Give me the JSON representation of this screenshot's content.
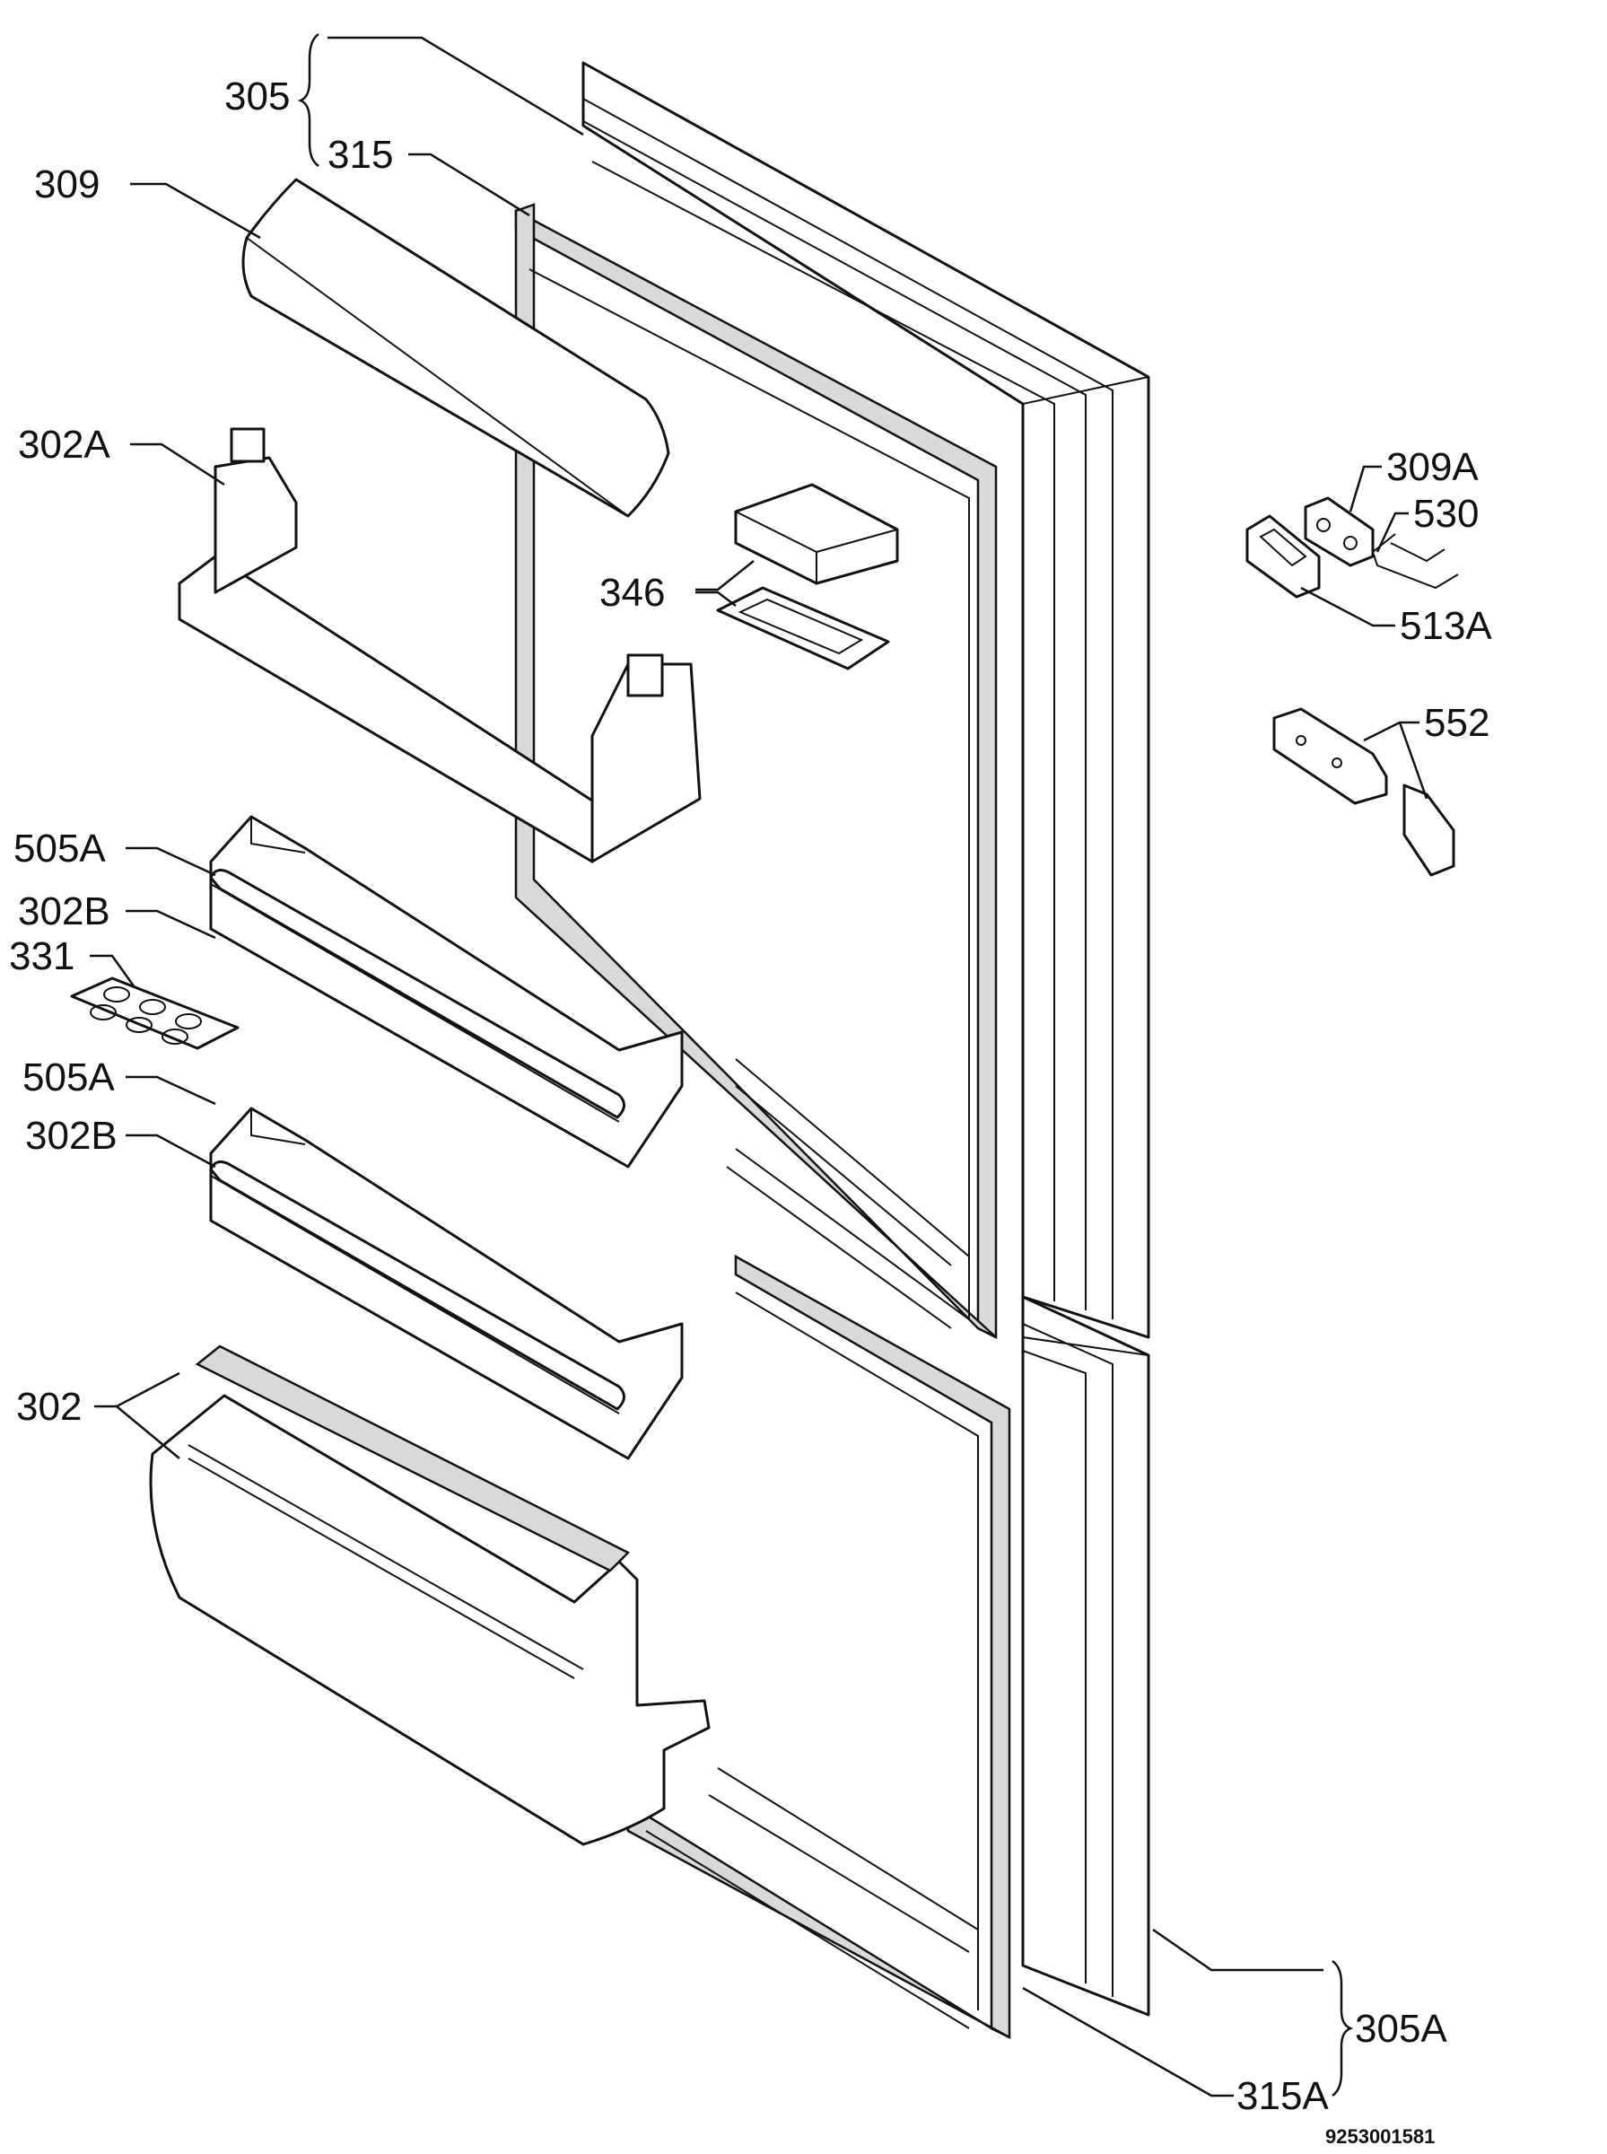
{
  "labels": {
    "l305": "305",
    "l315": "315",
    "l309": "309",
    "l302A": "302A",
    "l346": "346",
    "l309A": "309A",
    "l530": "530",
    "l513A": "513A",
    "l552": "552",
    "l505A_1": "505A",
    "l302B_1": "302B",
    "l331": "331",
    "l505A_2": "505A",
    "l302B_2": "302B",
    "l302": "302",
    "l305A": "305A",
    "l315A": "315A"
  },
  "drawing_number": "9253001581"
}
